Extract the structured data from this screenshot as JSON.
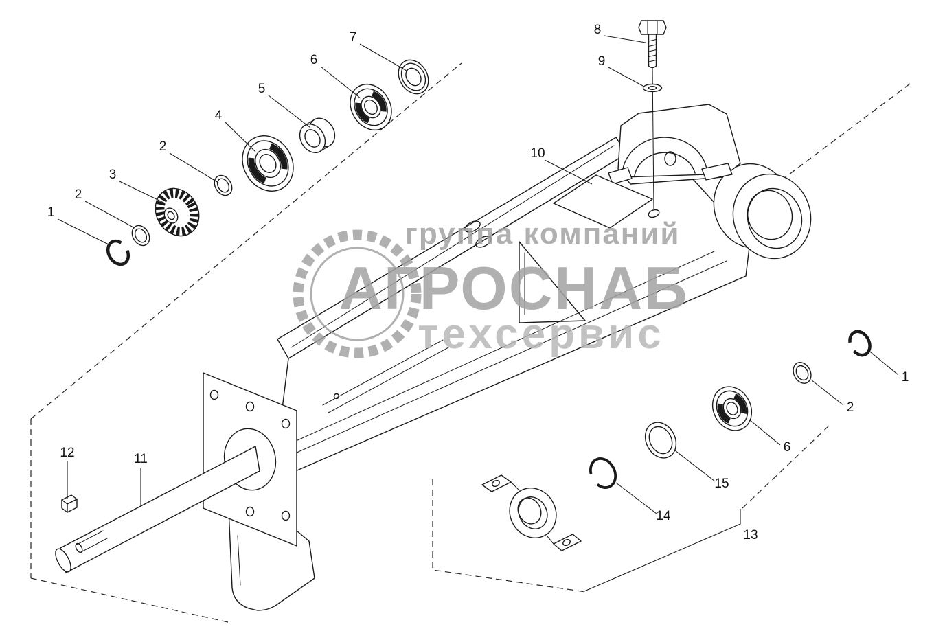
{
  "diagram": {
    "background_color": "#ffffff",
    "line_color": "#1a1a1a",
    "watermark": {
      "line1": "группа компаний",
      "line2": "АГРОСНАБ",
      "line3": "техсервис",
      "color": "#a3a3a3",
      "color_light": "#b8b8b8"
    },
    "callouts": [
      {
        "text": "7"
      },
      {
        "text": "6"
      },
      {
        "text": "5"
      },
      {
        "text": "4"
      },
      {
        "text": "2"
      },
      {
        "text": "3"
      },
      {
        "text": "2"
      },
      {
        "text": "1"
      },
      {
        "text": "8"
      },
      {
        "text": "9"
      },
      {
        "text": "10"
      },
      {
        "text": "1"
      },
      {
        "text": "2"
      },
      {
        "text": "6"
      },
      {
        "text": "15"
      },
      {
        "text": "14"
      },
      {
        "text": "13"
      },
      {
        "text": "12"
      },
      {
        "text": "11"
      }
    ]
  }
}
